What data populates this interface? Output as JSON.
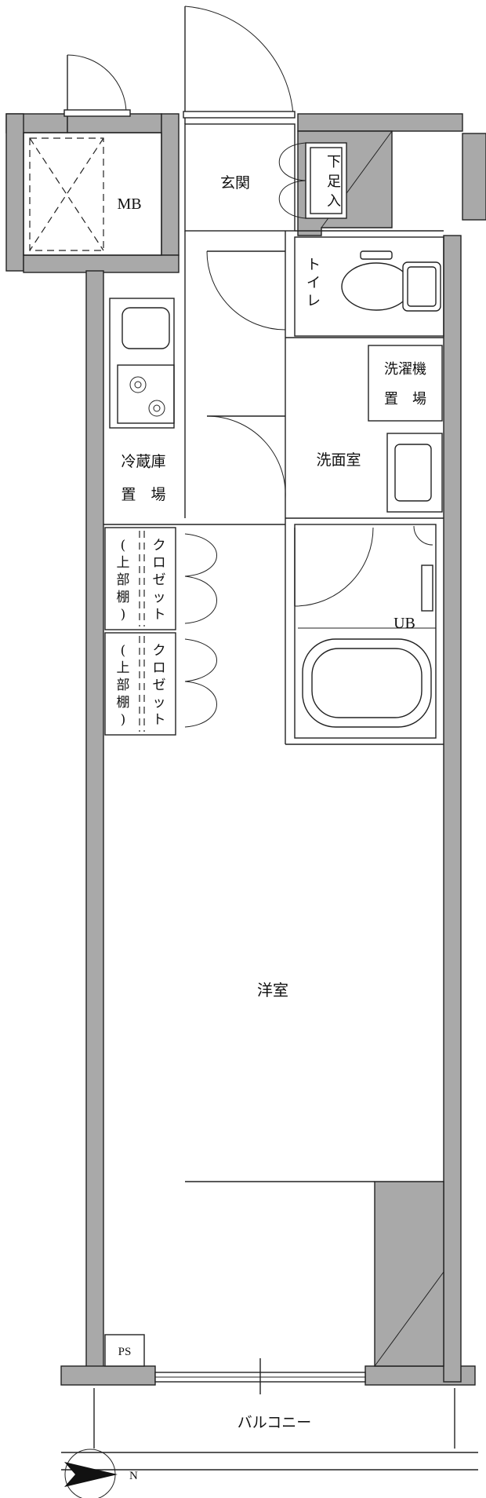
{
  "rooms": {
    "mb": "MB",
    "genkan": "玄関",
    "getabako": [
      "下",
      "足",
      "入"
    ],
    "toilet": [
      "ト",
      "イ",
      "レ"
    ],
    "washer": [
      "洗濯機",
      "置　場"
    ],
    "washroom": "洗面室",
    "fridge": [
      "冷蔵庫",
      "置　場"
    ],
    "closet": [
      "ク",
      "ロ",
      "ゼ",
      "ッ",
      "ト"
    ],
    "upper_shelf": [
      "(",
      "上",
      "部",
      "棚",
      ")"
    ],
    "ub": "UB",
    "western_room": "洋室",
    "ps": "PS",
    "balcony": "バルコニー"
  },
  "compass": {
    "north": "N"
  }
}
